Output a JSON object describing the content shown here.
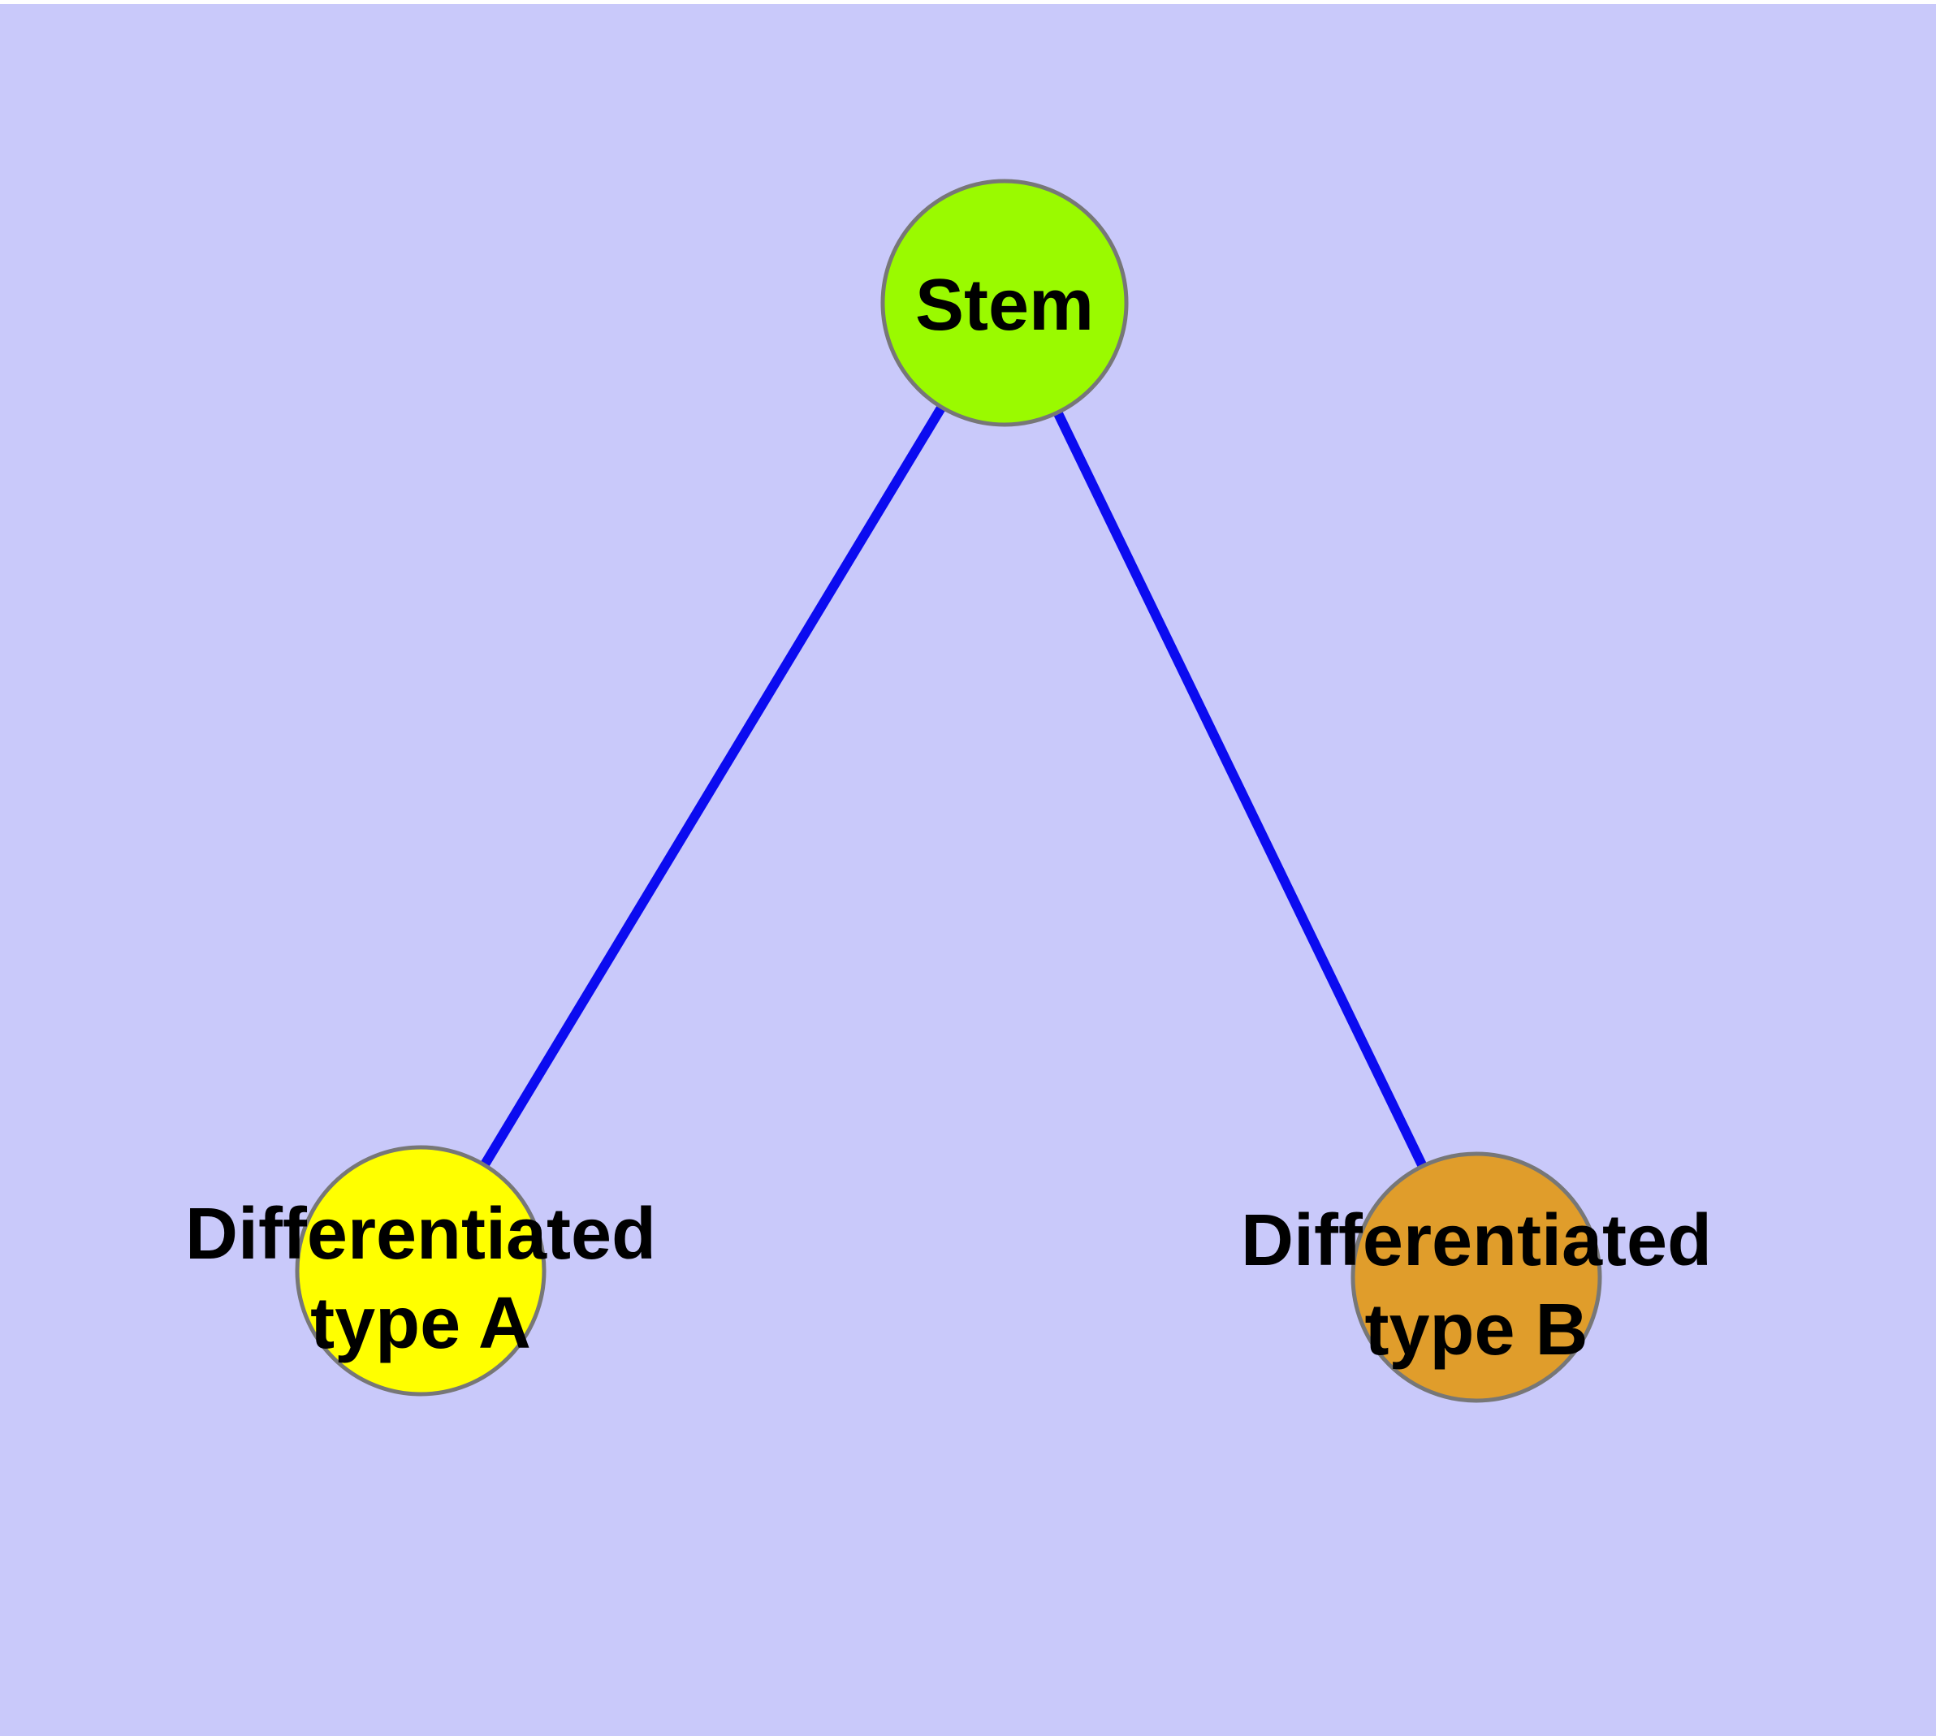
{
  "canvas": {
    "background": "#ffffff",
    "panel_color": "#c9c9fa",
    "top_margin_color": "#ffffff"
  },
  "graph": {
    "type": "undirected-node-link-diagram",
    "edge_color": "#0b0bf0",
    "node_border_color": "#777777",
    "label_color": "#000000",
    "nodes": {
      "stem": {
        "label": "Stem",
        "fill": "#9afa00"
      },
      "type_a": {
        "label_line1": "Differentiated",
        "label_line2": "type A",
        "fill": "#ffff00"
      },
      "type_b": {
        "label_line1": "Differentiated",
        "label_line2": "type B",
        "fill": "#e09d2b"
      }
    },
    "edges": [
      {
        "from": "Stem",
        "to": "Differentiated type A"
      },
      {
        "from": "Stem",
        "to": "Differentiated type B"
      }
    ]
  }
}
